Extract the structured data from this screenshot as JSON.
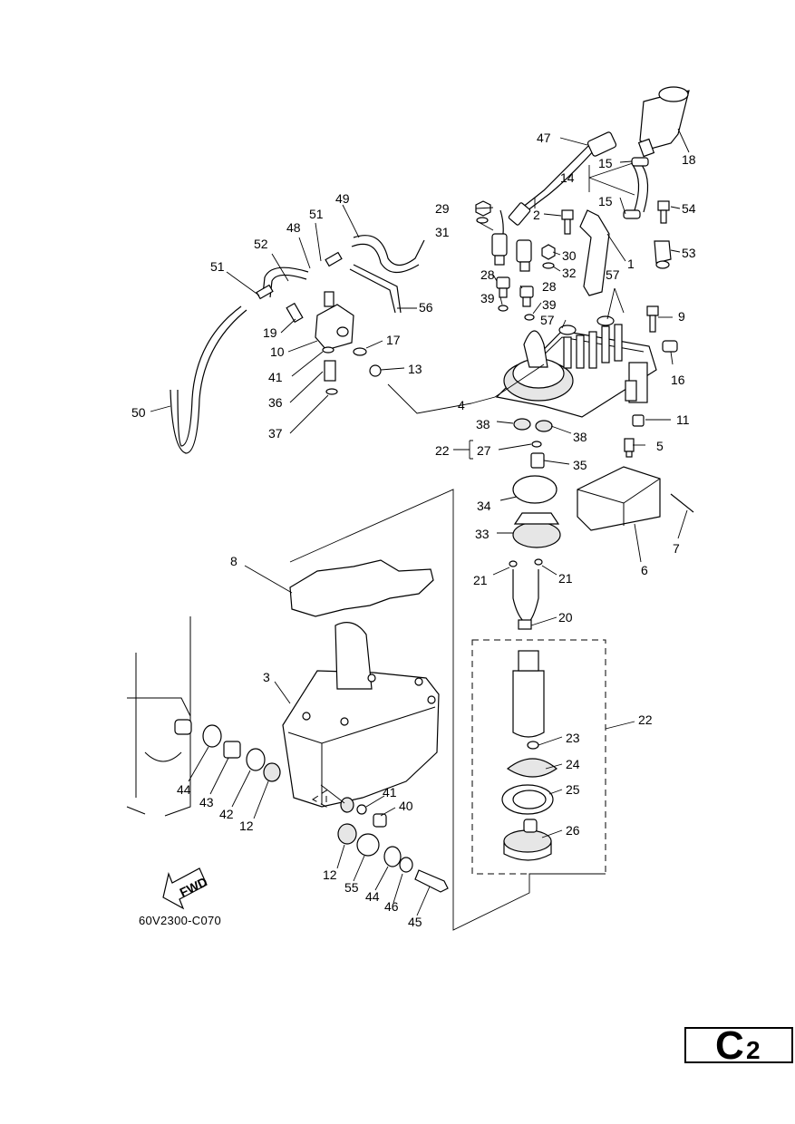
{
  "diagram_code": "60V2300-C070",
  "page_badge": {
    "letter": "C",
    "number": "2"
  },
  "fwd_label": "FWD",
  "callouts": [
    "1",
    "2",
    "3",
    "4",
    "5",
    "6",
    "7",
    "8",
    "9",
    "10",
    "11",
    "12",
    "12",
    "13",
    "14",
    "15",
    "15",
    "16",
    "17",
    "18",
    "19",
    "20",
    "21",
    "21",
    "22",
    "22",
    "23",
    "24",
    "25",
    "26",
    "27",
    "28",
    "28",
    "29",
    "30",
    "31",
    "32",
    "33",
    "34",
    "35",
    "36",
    "37",
    "38",
    "38",
    "39",
    "39",
    "40",
    "41",
    "41",
    "42",
    "43",
    "44",
    "44",
    "45",
    "46",
    "47",
    "48",
    "49",
    "50",
    "51",
    "51",
    "52",
    "53",
    "54",
    "55",
    "56",
    "57",
    "57"
  ]
}
